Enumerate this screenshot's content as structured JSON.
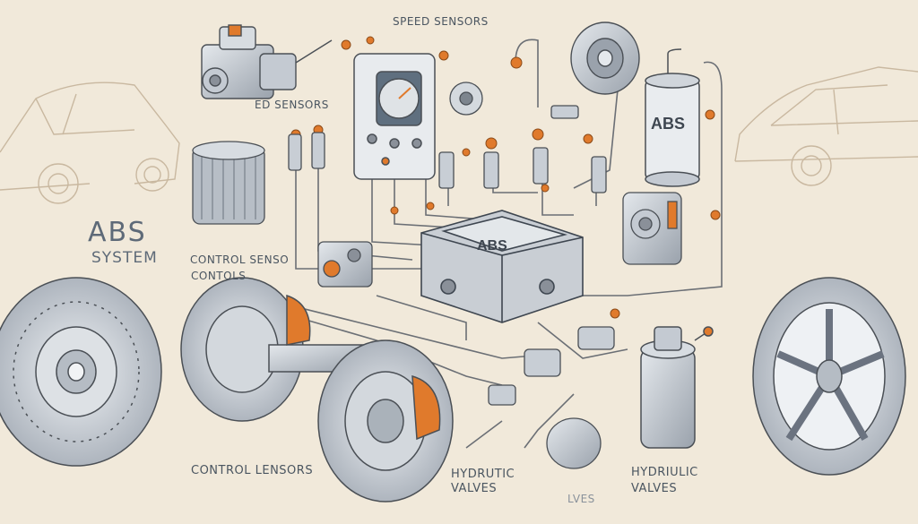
{
  "title": {
    "main": "ABS",
    "sub": "SYSTEM"
  },
  "labels": {
    "speed_sensors": "SPEED SENSORS",
    "ed_sensors": "ED SENSORS",
    "control_senso": "CONTROL SENSO",
    "contols": "CONTOLS",
    "control_lensors": "CONTROL LENSORS",
    "hydrutic": "HYDRUTIC",
    "valves_1": "VALVES",
    "lves": "LVES",
    "hydriulic": "HYDRIULIC",
    "valves_2": "VALVES"
  },
  "component_tags": {
    "canister": "ABS",
    "module": "ABS"
  },
  "colors": {
    "background": "#f1e9da",
    "line": "#6b6f75",
    "accent": "#e07a2c",
    "metal": "#c4cad2"
  }
}
